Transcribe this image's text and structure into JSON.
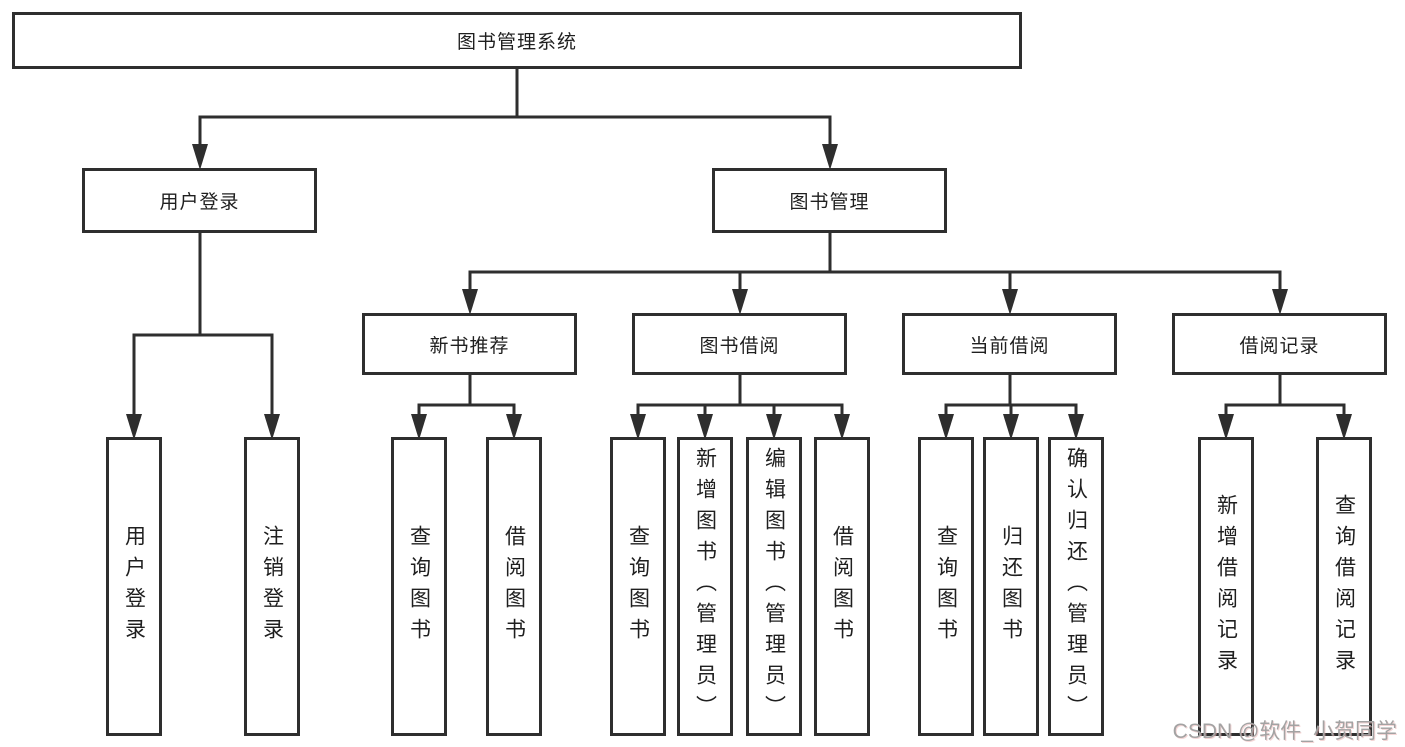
{
  "tree": {
    "root": "图书管理系统",
    "branches": [
      {
        "label": "用户登录",
        "children": [
          "用户登录",
          "注销登录"
        ]
      },
      {
        "label": "图书管理",
        "groups": [
          {
            "label": "新书推荐",
            "children": [
              "查询图书",
              "借阅图书"
            ]
          },
          {
            "label": "图书借阅",
            "children": [
              "查询图书",
              "新增图书（管理员）",
              "编辑图书（管理员）",
              "借阅图书"
            ]
          },
          {
            "label": "当前借阅",
            "children": [
              "查询图书",
              "归还图书",
              "确认归还（管理员）"
            ]
          },
          {
            "label": "借阅记录",
            "children": [
              "新增借阅记录",
              "查询借阅记录"
            ]
          }
        ]
      }
    ]
  },
  "watermark": "CSDN @软件_小贺同学",
  "colors": {
    "line": "#2e2e2e",
    "box_border": "#2e2e2e",
    "text": "#1f1f1f",
    "watermark": "#a3a3a3"
  }
}
